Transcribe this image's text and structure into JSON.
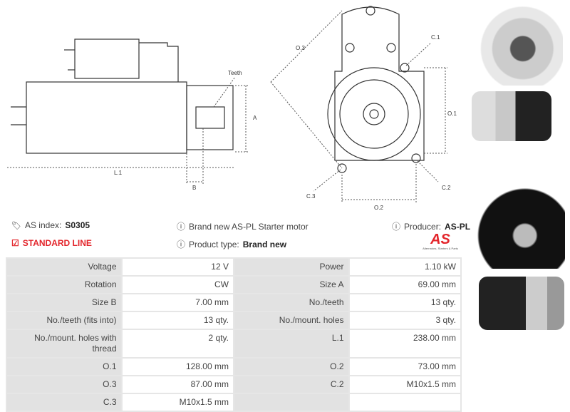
{
  "drawing": {
    "labels": {
      "teeth": "Teeth",
      "a": "A",
      "b": "B",
      "l1": "L.1",
      "o1": "O.1",
      "o2": "O.2",
      "o3": "O.3",
      "c1": "C.1",
      "c2": "C.2",
      "c3": "C.3"
    }
  },
  "info": {
    "as_index_label": "AS index:",
    "as_index_value": "S0305",
    "line": "STANDARD LINE",
    "description": "Brand new AS-PL Starter motor",
    "product_type_label": "Product type:",
    "product_type_value": "Brand new",
    "producer_label": "Producer:",
    "producer_value": "AS-PL",
    "logo_text": "AS",
    "logo_tagline": "Alternators, Starters & Parts",
    "accent": "#e3252b"
  },
  "specs": [
    [
      "Voltage",
      "12 V",
      "Power",
      "1.10 kW"
    ],
    [
      "Rotation",
      "CW",
      "Size A",
      "69.00 mm"
    ],
    [
      "Size B",
      "7.00 mm",
      "No./teeth",
      "13 qty."
    ],
    [
      "No./teeth (fits into)",
      "13 qty.",
      "No./mount. holes",
      "3 qty."
    ],
    [
      "No./mount. holes with thread",
      "2 qty.",
      "L.1",
      "238.00 mm"
    ],
    [
      "O.1",
      "128.00 mm",
      "O.2",
      "73.00 mm"
    ],
    [
      "O.3",
      "87.00 mm",
      "C.2",
      "M10x1.5 mm"
    ],
    [
      "C.3",
      "M10x1.5 mm",
      "",
      ""
    ]
  ]
}
